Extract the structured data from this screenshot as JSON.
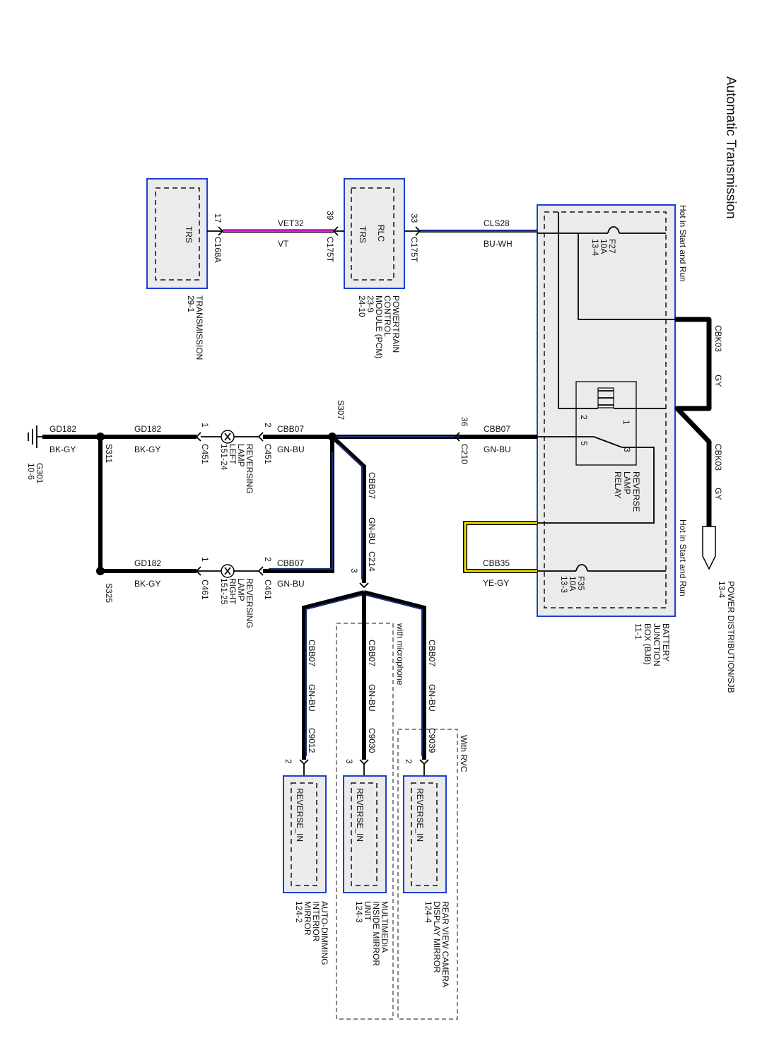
{
  "title": "Automatic Transmission",
  "bjb": {
    "name_lines": [
      "BATTERY",
      "JUNCTION",
      "BOX (BJB)",
      "11-1"
    ],
    "hot_label": "Hot in Start and Run",
    "fuse_f27": [
      "F27",
      "10A",
      "13-4"
    ],
    "fuse_f35": [
      "F35",
      "10A",
      "13-3"
    ],
    "relay_lines": [
      "REVERSE",
      "LAMP",
      "RELAY"
    ],
    "relay_pins": [
      "1",
      "2",
      "3",
      "5"
    ]
  },
  "power_distribution": [
    "POWER DISTRIBUTION/SJB",
    "13-4"
  ],
  "pcm": {
    "inner": [
      "RLC",
      "TRS"
    ],
    "name_lines": [
      "POWERTRAIN",
      "CONTROL",
      "MODULE (PCM)",
      "23-9",
      "24-10"
    ]
  },
  "transmission": {
    "inner": "TRS",
    "name_lines": [
      "TRANSMISSION",
      "29-1"
    ]
  },
  "wires": {
    "cls28": [
      "CLS28",
      "BU-WH"
    ],
    "vet32": [
      "VET32",
      "VT"
    ],
    "cbk03": [
      "CBK03",
      "GY"
    ],
    "cbb07": [
      "CBB07",
      "GN-BU"
    ],
    "cbb35": [
      "CBB35",
      "YE-GY"
    ],
    "gd182": [
      "GD182",
      "BK-GY"
    ]
  },
  "connectors": {
    "c175t_33": [
      "33",
      "C175T"
    ],
    "c175t_39": [
      "39",
      "C175T"
    ],
    "c168a": [
      "17",
      "C168A"
    ],
    "c210": [
      "36",
      "C210"
    ],
    "c451_2": [
      "2",
      "C451"
    ],
    "c451_1": [
      "1",
      "C451"
    ],
    "c461_2": [
      "2",
      "C461"
    ],
    "c461_1": [
      "1",
      "C461"
    ],
    "c214": [
      "3",
      "C214"
    ],
    "c9012": [
      "2",
      "C9012"
    ],
    "c9030": [
      "3",
      "C9030"
    ],
    "c9039": [
      "2",
      "C9039"
    ]
  },
  "splices": [
    "S307",
    "S311",
    "S325"
  ],
  "ground": [
    "G301",
    "10-6"
  ],
  "lamps": {
    "left": [
      "REVERSING",
      "LAMP",
      "LEFT",
      "151-24"
    ],
    "right": [
      "REVERSING",
      "LAMP",
      "RIGHT",
      "151-25"
    ]
  },
  "options": {
    "with_microphone": "with microphone",
    "with_rvc": "With RVC"
  },
  "mirrors": {
    "pin_label": "REVERSE_IN",
    "auto_dimming": [
      "AUTO-DIMMING",
      "INTERIOR",
      "MIRROR",
      "124-2"
    ],
    "multimedia": [
      "MULTIMEDIA",
      "INSIDE MIRROR",
      "UNIT",
      "124-3"
    ],
    "rear_view": [
      "REAR VIEW CAMERA",
      "DISPLAY MIRROR",
      "124-4"
    ]
  },
  "colors": {
    "box_border": "#1f3fd0",
    "wire_blue": "#1f3fd0",
    "wire_violet": "#e020e0",
    "wire_yellow": "#f0e000",
    "wire_navy": "#1c2d7a"
  }
}
